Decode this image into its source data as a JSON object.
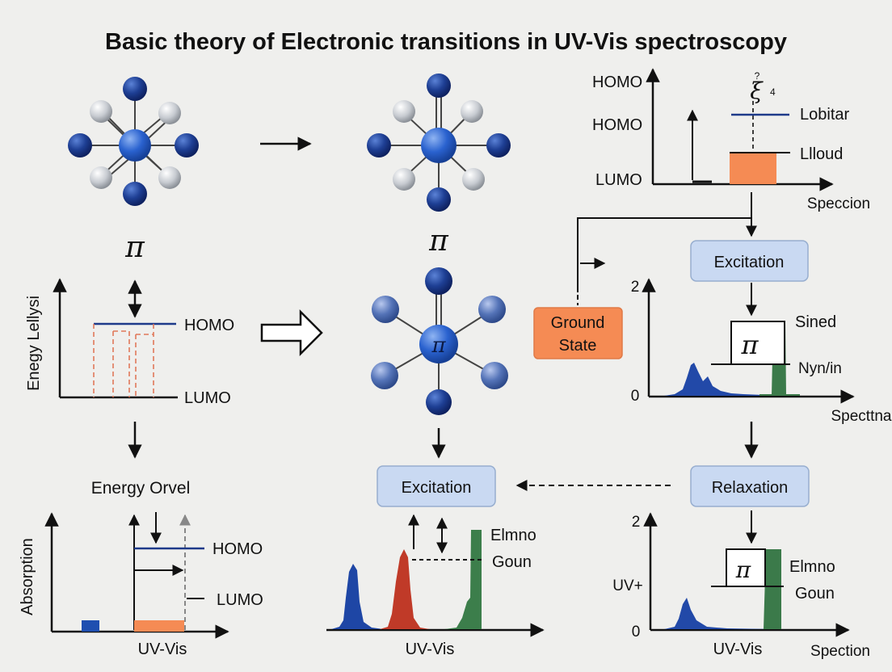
{
  "title": "Basic theory of Electronic transitions in UV-Vis spectroscopy",
  "pi_symbol": "π",
  "colors": {
    "navy": "#1e3a8a",
    "blue": "#2a5fc9",
    "grey_atom": "#c9cdd3",
    "orange": "#f58b54",
    "red": "#c0392b",
    "green": "#3b8a4e",
    "box_fill": "#c9d9f2",
    "box_stroke": "#97aecf"
  },
  "top_left_molecule": {
    "arrow_to_next": "right-arrow"
  },
  "energy_levels_panel": {
    "y_axis_label": "Enegy Lellysi",
    "homo_label": "HOMO",
    "lumo_label": "LUMO"
  },
  "energy_orvel_panel": {
    "heading": "Energy Orvel",
    "y_axis_label": "Absorption",
    "homo_label": "HOMO",
    "lumo_label": "LUMO",
    "x_axis_label": "UV-Vis"
  },
  "top_right_panel": {
    "levels": [
      "HOMO",
      "HOMO",
      "LUMO"
    ],
    "annotation": "ξ",
    "annotation_sub": "4",
    "annotation_sup": "?",
    "lobitar_label": "Lobitar",
    "lloud_label": "Llloud",
    "x_axis_label": "Speccion"
  },
  "ground_state_box": {
    "line1": "Ground",
    "line2": "State"
  },
  "excitation_box_right": {
    "label": "Excitation"
  },
  "middle_right_spectrum": {
    "y_top_tick": "2",
    "y_zero_tick": "0",
    "sined_label": "Sined",
    "nyn_label": "Nyn/in",
    "x_axis_label": "Specttna"
  },
  "relaxation_box": {
    "label": "Relaxation"
  },
  "excitation_box_center": {
    "label": "Excitation"
  },
  "center_spectrum": {
    "elmno_label": "Elmno",
    "goun_label": "Goun",
    "x_axis_label": "UV-Vis"
  },
  "bottom_right_spectrum": {
    "y_top_tick": "2",
    "y_zero_tick": "0",
    "y_mid_label": "UV+",
    "elmno_label": "Elmno",
    "goun_label": "Goun",
    "x_axis_label": "UV-Vis",
    "x_axis_label_right": "Spection"
  }
}
